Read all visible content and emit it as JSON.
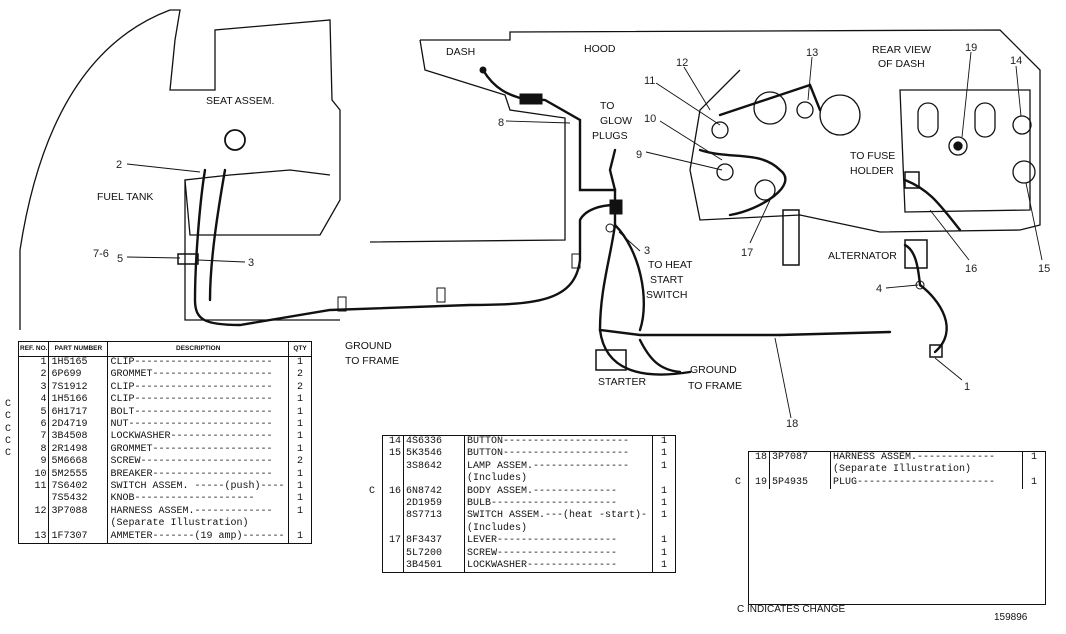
{
  "labels": {
    "dash": "DASH",
    "hood": "HOOD",
    "rear_view_1": "REAR VIEW",
    "rear_view_2": "OF DASH",
    "seat": "SEAT ASSEM.",
    "fuel_tank": "FUEL TANK",
    "glow_1": "TO",
    "glow_2": "GLOW",
    "glow_3": "PLUGS",
    "fuse_1": "TO FUSE",
    "fuse_2": "HOLDER",
    "alternator": "ALTERNATOR",
    "heat_1": "TO HEAT",
    "heat_2": "START",
    "heat_3": "SWITCH",
    "ground1_1": "GROUND",
    "ground1_2": "TO FRAME",
    "ground2_1": "GROUND",
    "ground2_2": "TO FRAME",
    "starter": "STARTER"
  },
  "callouts": {
    "n1": "1",
    "n2": "2",
    "n3a": "3",
    "n3b": "3",
    "n4": "4",
    "n76": "7-6",
    "n5": "5",
    "n8": "8",
    "n9": "9",
    "n10": "10",
    "n11": "11",
    "n12": "12",
    "n13": "13",
    "n14": "14",
    "n15": "15",
    "n16": "16",
    "n17": "17",
    "n18": "18",
    "n19": "19"
  },
  "table1": {
    "headers": {
      "ref": "REF. NO.",
      "part": "PART NUMBER",
      "desc": "DESCRIPTION",
      "qty": "QTY"
    },
    "rows": [
      {
        "chg": "",
        "ref": "1",
        "part": "1H5165",
        "desc": "CLIP-----------------------",
        "qty": "1"
      },
      {
        "chg": "",
        "ref": "2",
        "part": "6P699",
        "desc": "GROMMET--------------------",
        "qty": "2"
      },
      {
        "chg": "C",
        "ref": "3",
        "part": "7S1912",
        "desc": "CLIP-----------------------",
        "qty": "2"
      },
      {
        "chg": "C",
        "ref": "4",
        "part": "1H5166",
        "desc": "CLIP-----------------------",
        "qty": "1"
      },
      {
        "chg": "C",
        "ref": "5",
        "part": "6H1717",
        "desc": "BOLT-----------------------",
        "qty": "1"
      },
      {
        "chg": "C",
        "ref": "6",
        "part": "2D4719",
        "desc": "NUT------------------------",
        "qty": "1"
      },
      {
        "chg": "C",
        "ref": "7",
        "part": "3B4508",
        "desc": "LOCKWASHER-----------------",
        "qty": "1"
      },
      {
        "chg": "",
        "ref": "8",
        "part": "2R1498",
        "desc": "GROMMET--------------------",
        "qty": "1"
      },
      {
        "chg": "",
        "ref": "9",
        "part": "5M6668",
        "desc": "SCREW----------------------",
        "qty": "2"
      },
      {
        "chg": "",
        "ref": "10",
        "part": "5M2555",
        "desc": "BREAKER--------------------",
        "qty": "1"
      },
      {
        "chg": "",
        "ref": "11",
        "part": "7S6402",
        "desc": "SWITCH ASSEM. -----(push)----",
        "qty": "1"
      },
      {
        "chg": "",
        "ref": "",
        "part": "7S5432",
        "desc": "    KNOB--------------------",
        "qty": "1"
      },
      {
        "chg": "",
        "ref": "12",
        "part": "3P7088",
        "desc": "HARNESS ASSEM.-------------",
        "qty": "1"
      },
      {
        "chg": "",
        "ref": "",
        "part": "",
        "desc": "  (Separate Illustration)",
        "qty": ""
      },
      {
        "chg": "",
        "ref": "13",
        "part": "1F7307",
        "desc": "AMMETER-------(19 amp)-------",
        "qty": "1"
      }
    ]
  },
  "table2": {
    "rows": [
      {
        "chg": "",
        "ref": "14",
        "part": "4S6336",
        "desc": "BUTTON---------------------",
        "qty": "1"
      },
      {
        "chg": "",
        "ref": "15",
        "part": "5K3546",
        "desc": "BUTTON---------------------",
        "qty": "1"
      },
      {
        "chg": "",
        "ref": "",
        "part": "3S8642",
        "desc": "LAMP ASSEM.----------------",
        "qty": "1"
      },
      {
        "chg": "",
        "ref": "",
        "part": "",
        "desc": "    (Includes)",
        "qty": ""
      },
      {
        "chg": "C",
        "ref": "16",
        "part": "6N8742",
        "desc": "  BODY ASSEM.--------------",
        "qty": "1"
      },
      {
        "chg": "",
        "ref": "",
        "part": "2D1959",
        "desc": "  BULB---------------------",
        "qty": "1"
      },
      {
        "chg": "",
        "ref": "",
        "part": "8S7713",
        "desc": "SWITCH ASSEM.---(heat -start)-",
        "qty": "1"
      },
      {
        "chg": "",
        "ref": "",
        "part": "",
        "desc": "  (Includes)",
        "qty": ""
      },
      {
        "chg": "",
        "ref": "17",
        "part": "8F3437",
        "desc": "  LEVER--------------------",
        "qty": "1"
      },
      {
        "chg": "",
        "ref": "",
        "part": "5L7200",
        "desc": "  SCREW--------------------",
        "qty": "1"
      },
      {
        "chg": "",
        "ref": "",
        "part": "3B4501",
        "desc": "  LOCKWASHER---------------",
        "qty": "1"
      }
    ]
  },
  "table3": {
    "rows": [
      {
        "chg": "",
        "ref": "18",
        "part": "3P7087",
        "desc": "HARNESS ASSEM.-------------",
        "qty": "1"
      },
      {
        "chg": "",
        "ref": "",
        "part": "",
        "desc": "  (Separate Illustration)",
        "qty": ""
      },
      {
        "chg": "C",
        "ref": "19",
        "part": "5P4935",
        "desc": "PLUG-----------------------",
        "qty": "1"
      }
    ]
  },
  "footer": {
    "change_note": "C INDICATES CHANGE",
    "illustration_no": "159896"
  }
}
